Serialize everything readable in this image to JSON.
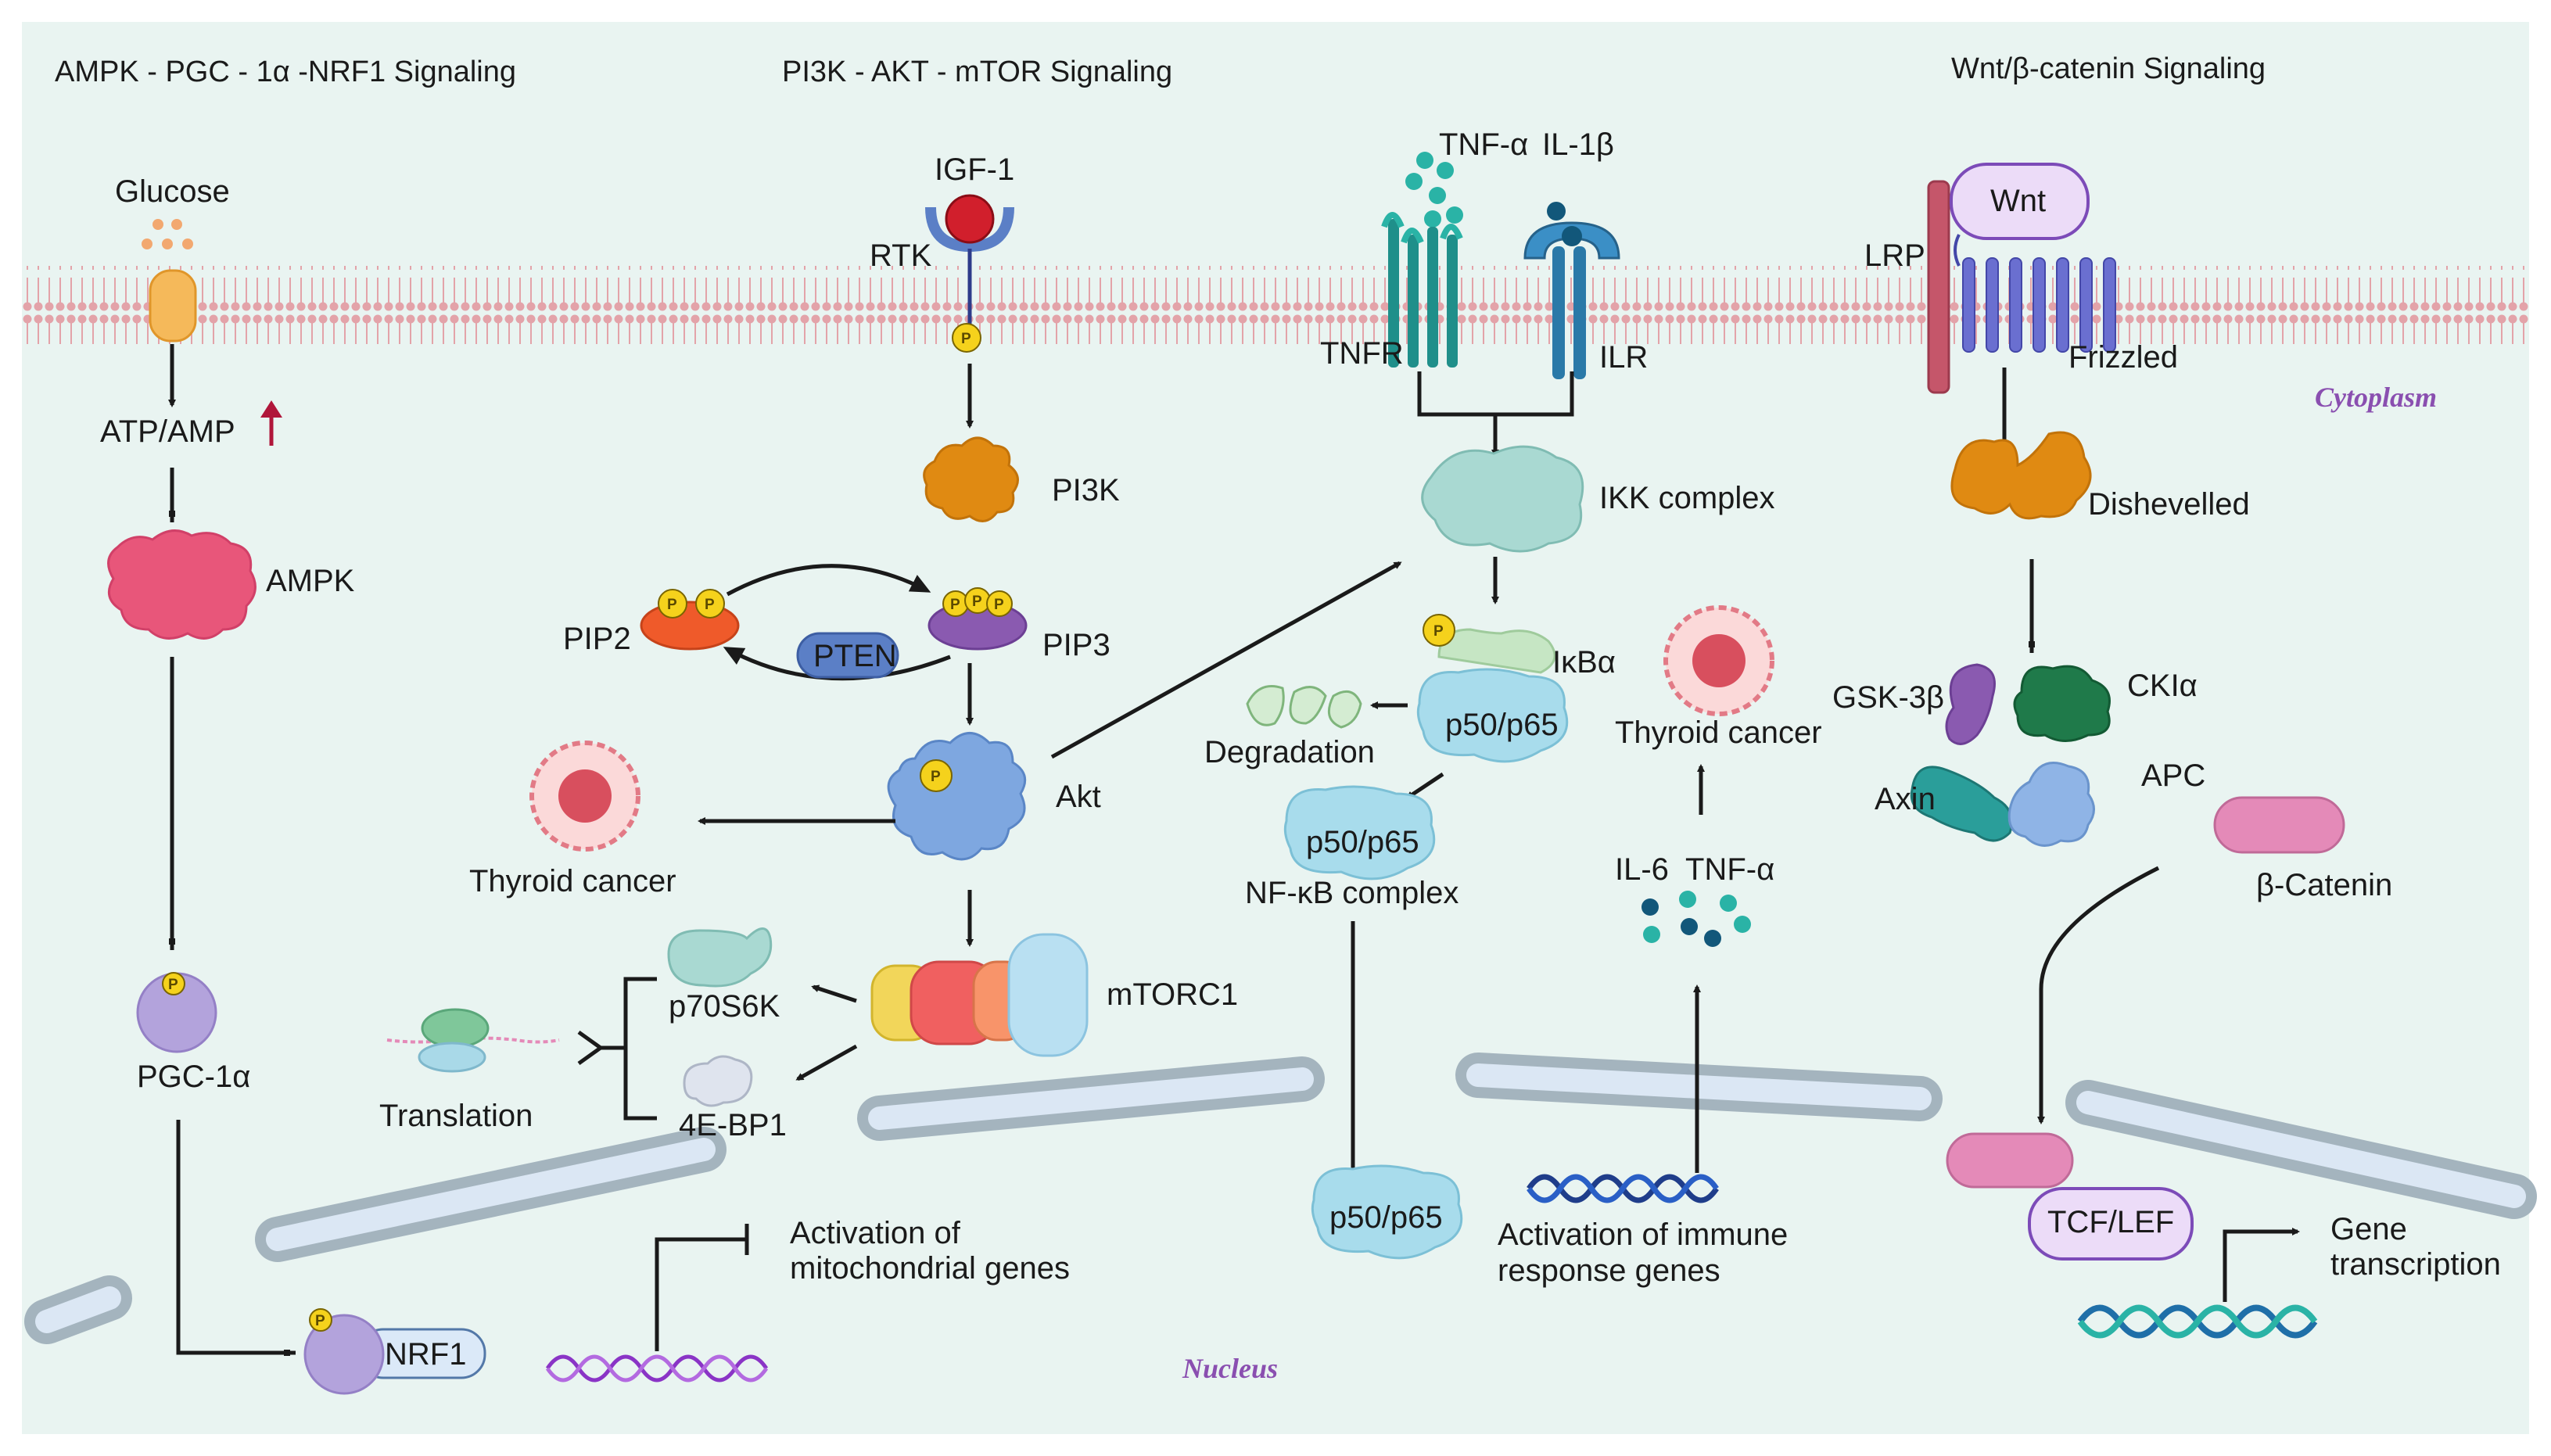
{
  "headers": {
    "ampk": "AMPK - PGC - 1α -NRF1 Signaling",
    "pi3k": "PI3K - AKT - mTOR Signaling",
    "wnt": "Wnt/β-catenin Signaling"
  },
  "compartments": {
    "cytoplasm": "Cytoplasm",
    "nucleus": "Nucleus"
  },
  "ampk_pathway": {
    "glucose": "Glucose",
    "atp_amp": "ATP/AMP",
    "ampk": "AMPK",
    "pgc1a": "PGC-1α",
    "nrf1": "NRF1",
    "activation": [
      "Activation of",
      "mitochondrial genes"
    ]
  },
  "pi3k_pathway": {
    "igf1": "IGF-1",
    "rtk": "RTK",
    "pi3k": "PI3K",
    "pip2": "PIP2",
    "pip3": "PIP3",
    "pten": "PTEN",
    "akt": "Akt",
    "thyroid_cancer": "Thyroid cancer",
    "mtorc1": "mTORC1",
    "p70s6k": "p70S6K",
    "ebp1": "4E-BP1",
    "translation": "Translation"
  },
  "nfkb_pathway": {
    "tnfa": "TNF-α",
    "il1b": "IL-1β",
    "tnfr": "TNFR",
    "ilr": "ILR",
    "ikk": "IKK complex",
    "ikba": "IκBα",
    "p50p65": "p50/p65",
    "degradation": "Degradation",
    "nfkb_complex": "NF-κB complex",
    "thyroid_cancer": "Thyroid cancer",
    "il6": "IL-6",
    "tnfa2": "TNF-α",
    "activation": [
      "Activation of immune",
      "response genes"
    ]
  },
  "wnt_pathway": {
    "wnt": "Wnt",
    "lrp": "LRP",
    "frizzled": "Frizzled",
    "dishevelled": "Dishevelled",
    "gsk3b": "GSK-3β",
    "ckia": "CKIα",
    "axin": "Axin",
    "apc": "APC",
    "bcatenin": "β-Catenin",
    "tcflef": "TCF/LEF",
    "gene": [
      "Gene",
      "transcription"
    ]
  },
  "phospho": "P",
  "colors": {
    "background": "#e9f4f1",
    "membrane": "#e3a3a9",
    "ampk": "#e8567a",
    "pi3k": "#e08a12",
    "akt": "#7ea7e0",
    "p50p65": "#a8dcec",
    "ikk": "#a9d9d2",
    "phospho": "#f5d21c",
    "inhibit_arrow": "#b0163a",
    "nucleus_label": "#8a4fb0"
  }
}
